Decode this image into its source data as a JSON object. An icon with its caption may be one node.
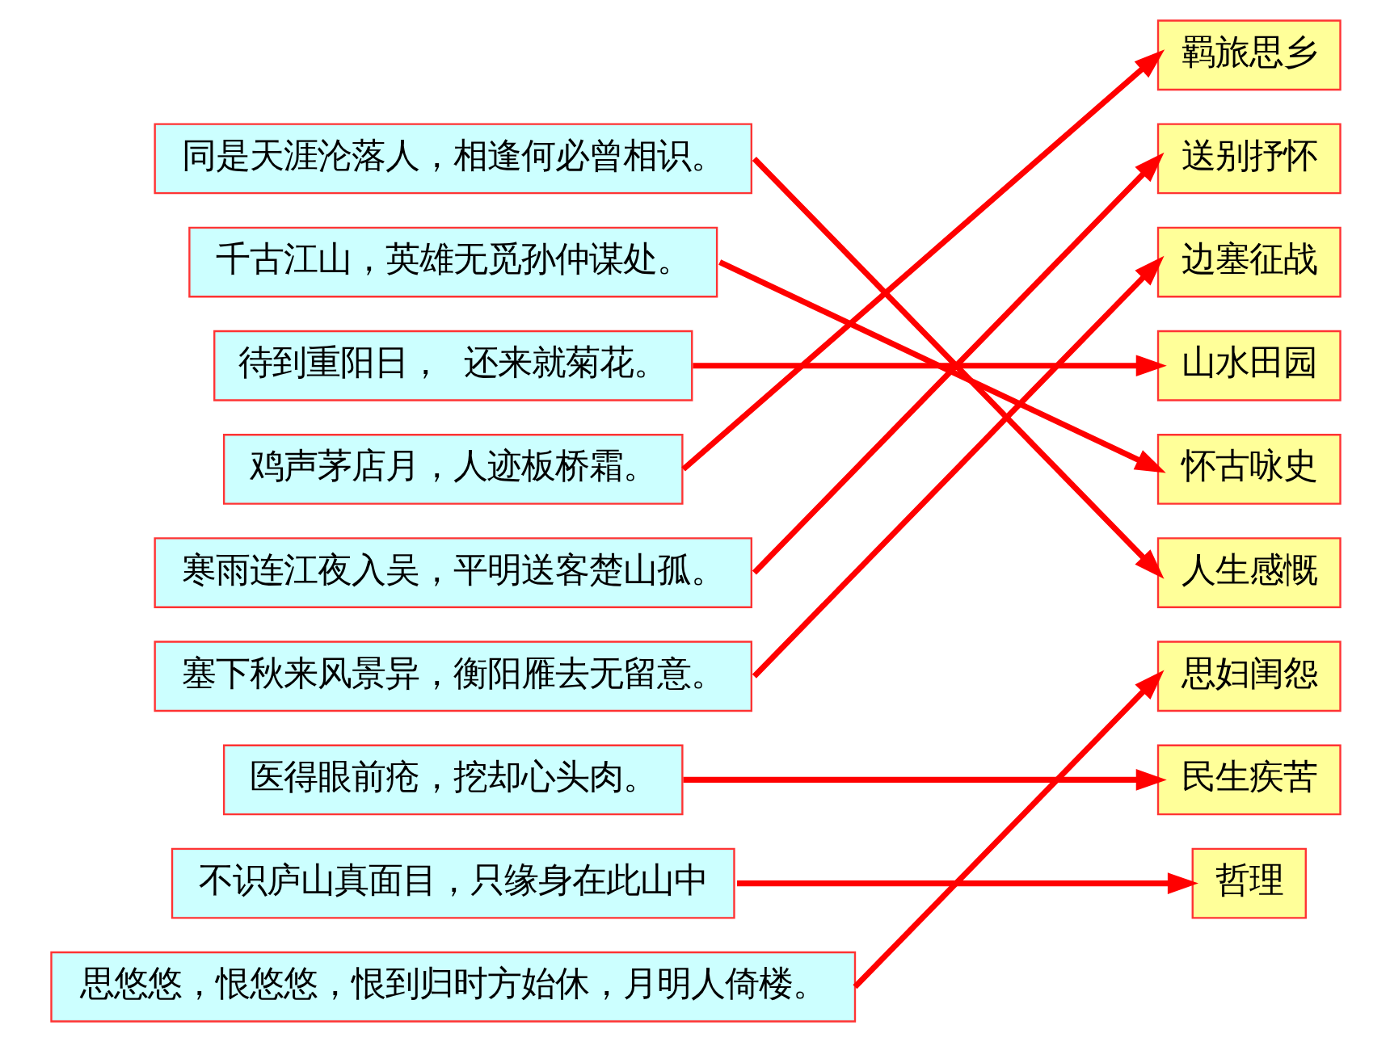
{
  "diagram": {
    "nodes": [
      {
        "text": [
          "同是天涯沦落人，相逢何必曾相识。"
        ]
      },
      {
        "text": [
          "千古江山，英雄无觅孙仲谋处。"
        ]
      },
      {
        "text": [
          "待到重阳日，  还来就菊花。"
        ]
      },
      {
        "text": [
          "鸡声茅店月，人迹板桥霜。"
        ]
      },
      {
        "text": [
          "寒雨连江夜入吴，平明送客楚山孤。"
        ]
      },
      {
        "text": [
          "塞下秋来风景异，衡阳雁去无留意。"
        ]
      },
      {
        "text": [
          "医得眼前疮，挖却心头肉。"
        ]
      },
      {
        "text": [
          "不识庐山真面目，只缘身在此山中"
        ]
      },
      {
        "text": [
          "思悠悠，恨悠悠，恨到归时方始休，月明人倚楼。"
        ]
      },
      {
        "text": [
          "羁旅思乡"
        ]
      },
      {
        "text": [
          "送别抒怀"
        ]
      },
      {
        "text": [
          "边塞征战"
        ]
      },
      {
        "text": [
          "山水田园"
        ]
      },
      {
        "text": [
          "怀古咏史"
        ]
      },
      {
        "text": [
          "人生感慨"
        ]
      },
      {
        "text": [
          "思妇闺怨"
        ]
      },
      {
        "text": [
          "民生疾苦"
        ]
      },
      {
        "text": [
          "哲理"
        ]
      }
    ],
    "edges": [
      {
        "from": 0,
        "to": 14,
        "arrow": "to"
      },
      {
        "from": 1,
        "to": 13,
        "arrow": "to"
      },
      {
        "from": 2,
        "to": 12,
        "arrow": "to"
      },
      {
        "from": 3,
        "to": 9,
        "arrow": "to"
      },
      {
        "from": 4,
        "to": 10,
        "arrow": "to"
      },
      {
        "from": 5,
        "to": 11,
        "arrow": "to"
      },
      {
        "from": 6,
        "to": 16,
        "arrow": "to"
      },
      {
        "from": 7,
        "to": 17,
        "arrow": "to"
      },
      {
        "from": 8,
        "to": 15,
        "arrow": "to"
      }
    ]
  }
}
